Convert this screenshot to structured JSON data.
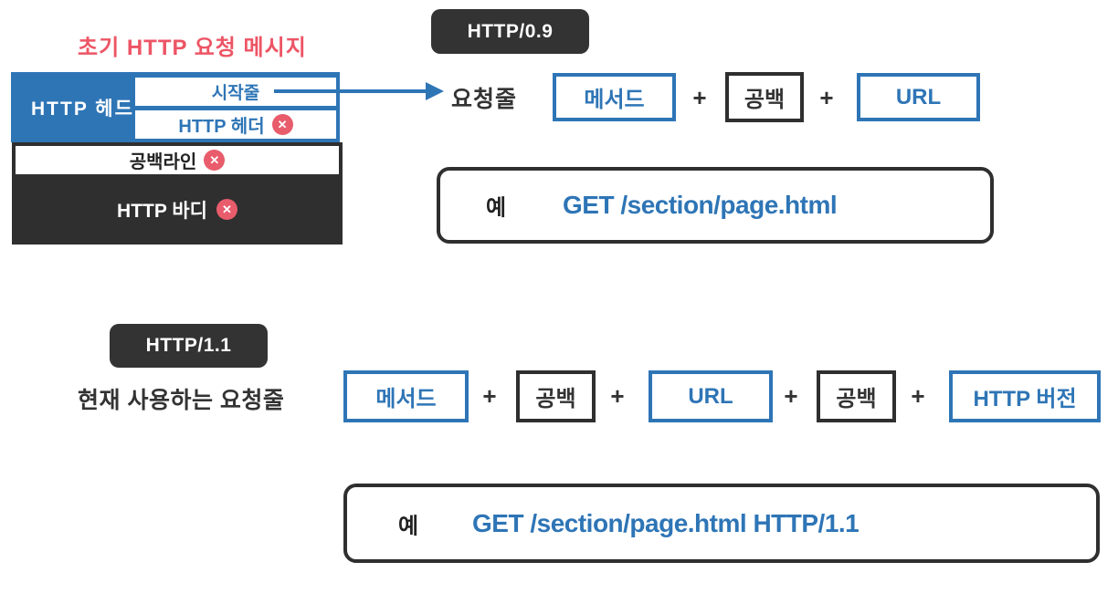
{
  "icons": {
    "removed": "✕"
  },
  "colors": {
    "blue": "#2e75b6",
    "dark_badge": "#333333",
    "dark_panel": "#2f2f2f",
    "accent_red": "#ed5565",
    "x_circle_red": "#e95c6c"
  },
  "http09": {
    "title": "초기 HTTP  요청 메시지",
    "badge": "HTTP/0.9",
    "diagram": {
      "head": "HTTP  헤드",
      "start_line": "시작줄",
      "header": "HTTP 헤더",
      "blank_line": "공백라인",
      "body": "HTTP 바디"
    },
    "request_line_label": "요청줄",
    "plus": "+",
    "parts": [
      {
        "label": "메서드"
      },
      {
        "label": "공백"
      },
      {
        "label": "URL"
      }
    ],
    "example": {
      "label": "예",
      "value": "GET /section/page.html"
    }
  },
  "http11": {
    "badge": "HTTP/1.1",
    "caption": "현재 사용하는 요청줄",
    "plus": "+",
    "parts": [
      {
        "label": "메서드"
      },
      {
        "label": "공백"
      },
      {
        "label": "URL"
      },
      {
        "label": "공백"
      },
      {
        "label": "HTTP 버전"
      }
    ],
    "example": {
      "label": "예",
      "value": "GET /section/page.html HTTP/1.1"
    }
  }
}
